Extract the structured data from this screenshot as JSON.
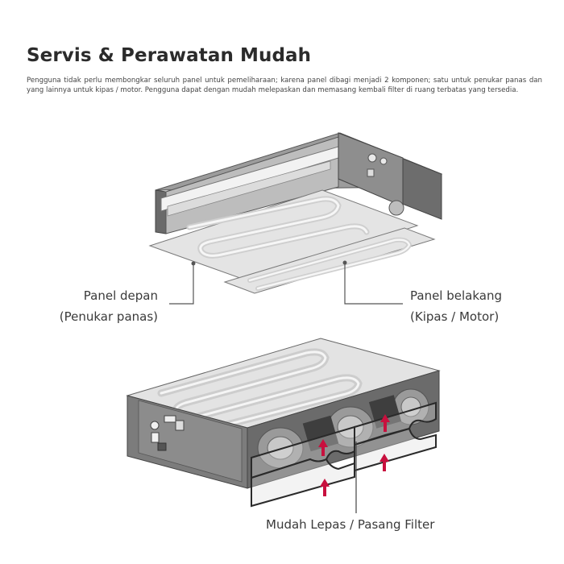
{
  "header": {
    "title": "Servis & Perawatan Mudah",
    "description": "Pengguna tidak perlu membongkar seluruh panel untuk pemeliharaan; karena panel dibagi menjadi 2 komponen; satu untuk penukar panas dan yang lainnya untuk kipas / motor. Pengguna dapat dengan mudah melepaskan dan memasang kembali filter di ruang terbatas yang tersedia."
  },
  "labels": {
    "front_panel": "Panel depan",
    "front_panel_sub": "(Penukar panas)",
    "rear_panel": "Panel belakang",
    "rear_panel_sub": "(Kipas / Motor)",
    "filter": "Mudah Lepas / Pasang Filter"
  },
  "colors": {
    "unit_gray": "#8a8a8a",
    "unit_dark": "#5e5e5e",
    "panel_light": "#e2e2e2",
    "arrow_red": "#c8103e"
  }
}
